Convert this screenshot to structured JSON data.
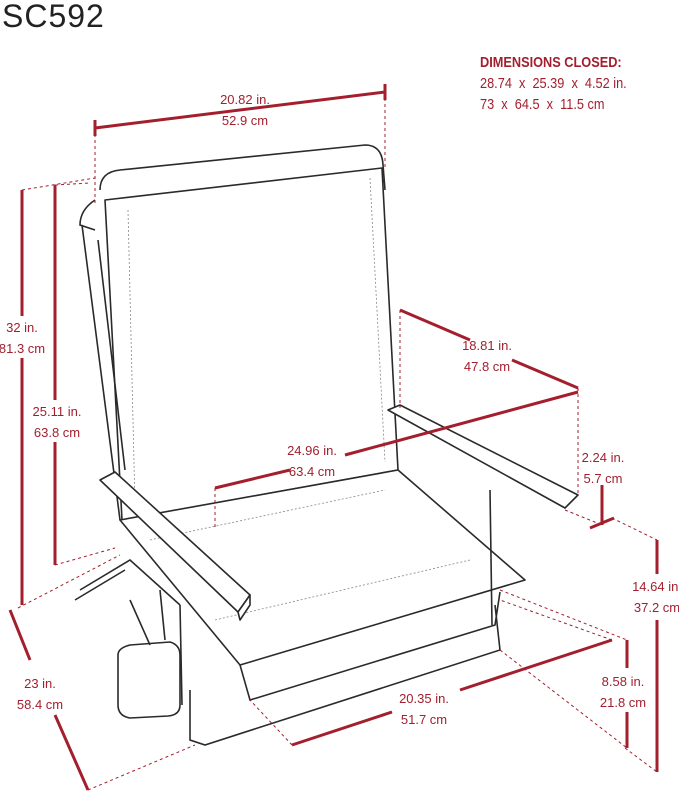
{
  "title": "SC592",
  "closed": {
    "heading": "DIMENSIONS CLOSED:",
    "inches": "28.74  x  25.39  x  4.52 in.",
    "cm": "73  x  64.5  x  11.5 cm"
  },
  "dimensions": {
    "back_width": {
      "in": "20.82 in.",
      "cm": "52.9 cm"
    },
    "total_height": {
      "in": "32 in.",
      "cm": "81.3 cm"
    },
    "back_height": {
      "in": "25.11 in.",
      "cm": "63.8 cm"
    },
    "arm_length": {
      "in": "18.81 in.",
      "cm": "47.8 cm"
    },
    "total_width": {
      "in": "24.96 in.",
      "cm": "63.4 cm"
    },
    "arm_thickness": {
      "in": "2.24 in.",
      "cm": "5.7 cm"
    },
    "arm_height": {
      "in": "14.64 in.",
      "cm": "37.2 cm"
    },
    "seat_height": {
      "in": "8.58 in.",
      "cm": "21.8 cm"
    },
    "seat_width": {
      "in": "20.35 in.",
      "cm": "51.7 cm"
    },
    "depth": {
      "in": "23 in.",
      "cm": "58.4 cm"
    }
  }
}
